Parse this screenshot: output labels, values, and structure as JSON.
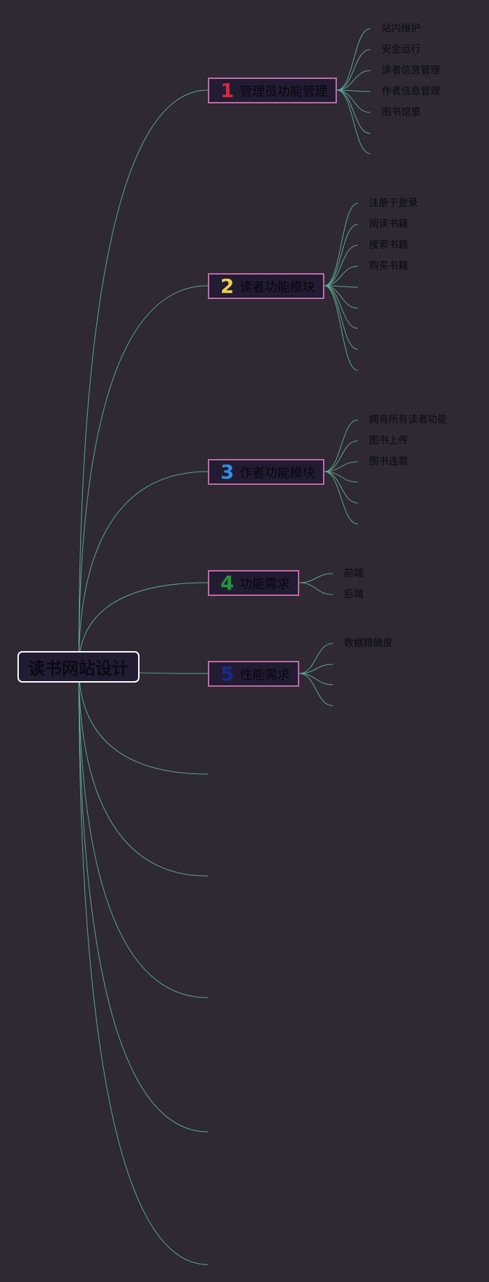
{
  "root": {
    "label": "读书网站设计"
  },
  "colors": {
    "background": "#2e2932",
    "connector": "#5ea898",
    "branch_border": "#c56aa8",
    "node_fill": "#221c33",
    "root_border": "#ffffff"
  },
  "branches": [
    {
      "num": "1",
      "num_color": "#d7283e",
      "label": "管理员功能管理",
      "children": [
        "站内维护",
        "安全运行",
        "读者信息管理",
        "作者信息管理",
        "图书馆里",
        "",
        ""
      ]
    },
    {
      "num": "2",
      "num_color": "#f0d04a",
      "label": "读者功能模块",
      "children": [
        "注册于登录",
        "阅读书籍",
        "搜索书籍",
        "购买书籍",
        "",
        "",
        "",
        "",
        ""
      ]
    },
    {
      "num": "3",
      "num_color": "#2f8fe0",
      "label": "作者功能模块",
      "children": [
        "拥有所有读者功能",
        "图书上传",
        "图书连载",
        "",
        "",
        ""
      ]
    },
    {
      "num": "4",
      "num_color": "#1f9a3a",
      "label": "功能需求",
      "children": [
        "前端",
        "后端"
      ]
    },
    {
      "num": "5",
      "num_color": "#1c2a8a",
      "label": "性能需求",
      "children": [
        "数据精确度",
        "",
        "",
        ""
      ]
    }
  ],
  "empty_branch_count": 5
}
